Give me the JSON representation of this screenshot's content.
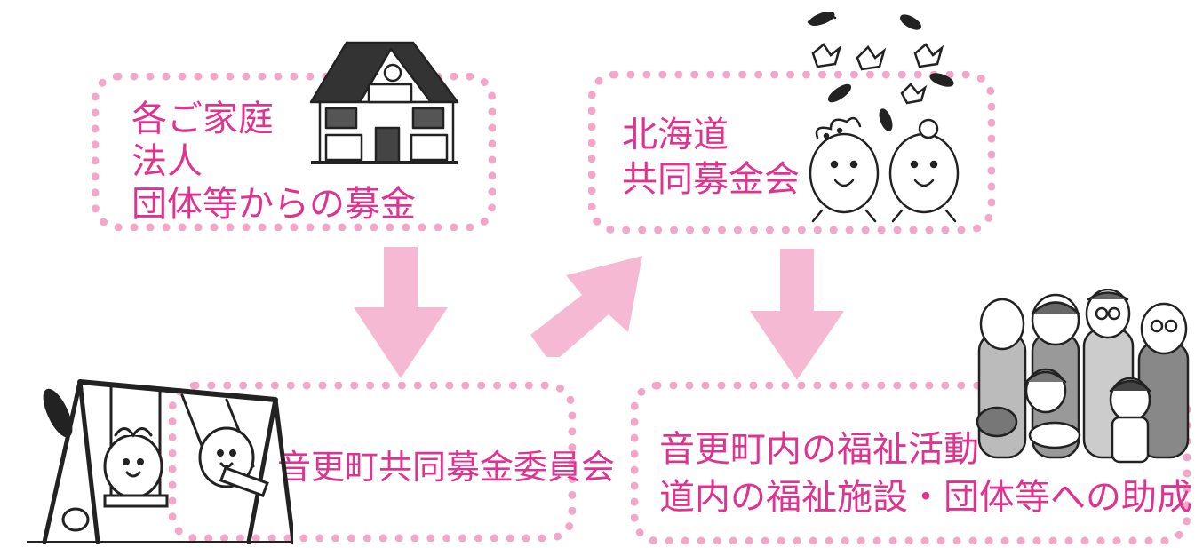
{
  "colors": {
    "text": "#e0338f",
    "box_border": "#f3a6c8",
    "arrow": "#f6b9d4",
    "line_art": "#222222"
  },
  "boxes": {
    "donations": {
      "line1": "各ご家庭",
      "line2": "法人",
      "line3": "団体等からの募金"
    },
    "hokkaido": {
      "line1": "北海道",
      "line2": "共同募金会"
    },
    "committee": {
      "line1": "音更町共同募金委員会"
    },
    "grants": {
      "line1": "音更町内の福祉活動・",
      "line2": "道内の福祉施設・団体等への助成"
    }
  },
  "flow": [
    "donations-to-committee",
    "committee-to-hokkaido",
    "hokkaido-to-grants"
  ],
  "illustrations": [
    "house-icon",
    "mascots-with-feathers-icon",
    "swing-mascots-icon",
    "family-group-icon"
  ]
}
